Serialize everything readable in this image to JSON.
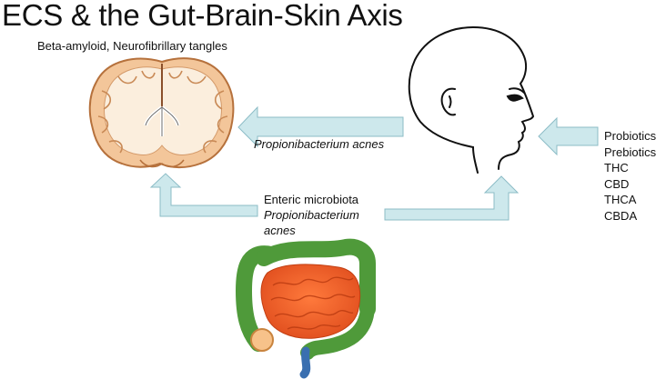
{
  "title": "ECS & the Gut-Brain-Skin Axis",
  "brain_caption": "Beta-amyloid, Neurofibrillary tangles",
  "skin_to_brain_label": "Propionibacterium acnes",
  "gut_labels": [
    "Enteric microbiota",
    "Propionibacterium",
    "acnes"
  ],
  "compounds": [
    "Probiotics",
    "Prebiotics",
    "THC",
    "CBD",
    "THCA",
    "CBDA"
  ],
  "colors": {
    "arrow_fill": "#cde8ec",
    "arrow_stroke": "#8cbcc6",
    "brain_outer": "#f3c69a",
    "brain_inner": "#fbeedd",
    "colon": "#4f9a3a",
    "small_intestine": "#f0612a"
  }
}
